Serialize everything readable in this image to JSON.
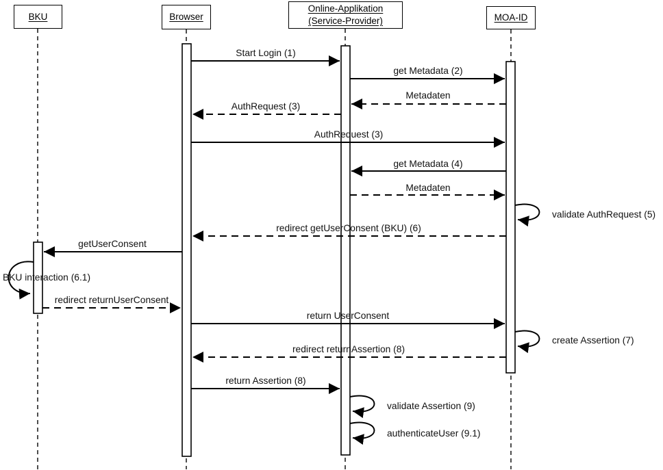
{
  "diagram": {
    "type": "uml-sequence-diagram",
    "actors": [
      {
        "label": "BKU"
      },
      {
        "label": "Browser"
      },
      {
        "label": "Online-Applikation (Service-Provider)"
      },
      {
        "label": "MOA-ID"
      }
    ],
    "messages": [
      {
        "label": "Start Login (1)",
        "from": "Browser",
        "to": "Online-Applikation (Service-Provider)",
        "style": "solid"
      },
      {
        "label": "get Metadata (2)",
        "from": "Online-Applikation (Service-Provider)",
        "to": "MOA-ID",
        "style": "solid"
      },
      {
        "label": "Metadaten",
        "from": "MOA-ID",
        "to": "Online-Applikation (Service-Provider)",
        "style": "dashed"
      },
      {
        "label": "AuthRequest (3)",
        "from": "Online-Applikation (Service-Provider)",
        "to": "Browser",
        "style": "dashed"
      },
      {
        "label": "AuthRequest (3)",
        "from": "Browser",
        "to": "MOA-ID",
        "style": "solid"
      },
      {
        "label": "get Metadata (4)",
        "from": "MOA-ID",
        "to": "Online-Applikation (Service-Provider)",
        "style": "solid"
      },
      {
        "label": "Metadaten",
        "from": "Online-Applikation (Service-Provider)",
        "to": "MOA-ID",
        "style": "dashed"
      },
      {
        "label": "validate AuthRequest (5)",
        "from": "MOA-ID",
        "to": "MOA-ID",
        "style": "self-loop"
      },
      {
        "label": "redirect getUserConsent (BKU) (6)",
        "from": "MOA-ID",
        "to": "Browser",
        "style": "dashed"
      },
      {
        "label": "getUserConsent",
        "from": "Browser",
        "to": "BKU",
        "style": "solid"
      },
      {
        "label": "BKU interaction (6.1)",
        "from": "BKU",
        "to": "BKU",
        "style": "self-loop"
      },
      {
        "label": "redirect returnUserConsent",
        "from": "BKU",
        "to": "Browser",
        "style": "dashed"
      },
      {
        "label": "return UserConsent",
        "from": "Browser",
        "to": "MOA-ID",
        "style": "solid"
      },
      {
        "label": "create Assertion (7)",
        "from": "MOA-ID",
        "to": "MOA-ID",
        "style": "self-loop"
      },
      {
        "label": "redirect returnAssertion (8)",
        "from": "MOA-ID",
        "to": "Browser",
        "style": "dashed"
      },
      {
        "label": "return Assertion (8)",
        "from": "Browser",
        "to": "Online-Applikation (Service-Provider)",
        "style": "solid"
      },
      {
        "label": "validate Assertion (9)",
        "from": "Online-Applikation (Service-Provider)",
        "to": "Online-Applikation (Service-Provider)",
        "style": "self-loop"
      },
      {
        "label": "authenticateUser (9.1)",
        "from": "Online-Applikation (Service-Provider)",
        "to": "Online-Applikation (Service-Provider)",
        "style": "self-loop"
      }
    ],
    "colors": {
      "stroke": "#000000",
      "background": "#ffffff"
    }
  }
}
